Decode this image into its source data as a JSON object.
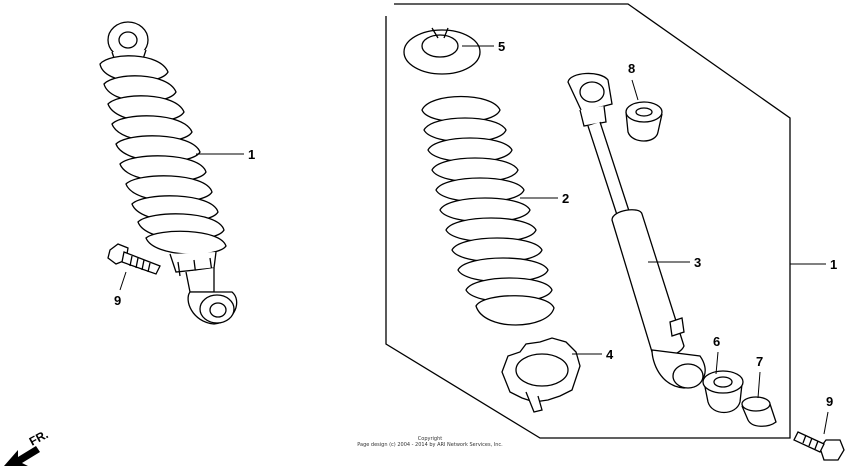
{
  "callouts": {
    "left_shock": "1",
    "left_bolt": "9",
    "spring_seat": "5",
    "spring": "2",
    "damper": "3",
    "bushing_top": "8",
    "adjuster": "4",
    "bushing_bottom": "6",
    "collar": "7",
    "assembly": "1",
    "right_bolt": "9"
  },
  "direction_label": "FR.",
  "copyright": {
    "line1": "Copyright",
    "line2": "Page design (c) 2004 - 2014 by ARI Network Services, Inc."
  }
}
